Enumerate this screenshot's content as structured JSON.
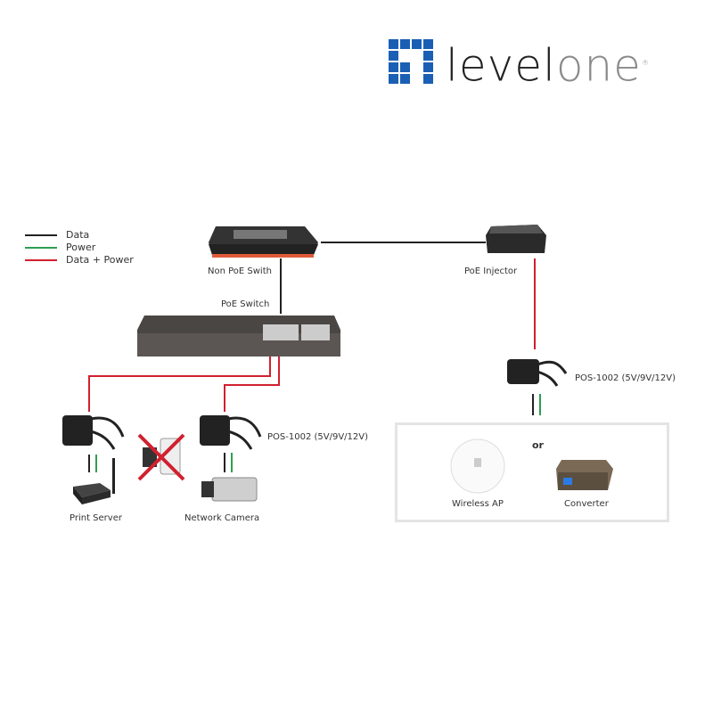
{
  "logo": {
    "text_dark": "level",
    "text_light": "one",
    "registered": "®",
    "brand_blue": "#1a5fb4"
  },
  "legend": [
    {
      "label": "Data",
      "color": "#222222"
    },
    {
      "label": "Power",
      "color": "#2e9e4f"
    },
    {
      "label": "Data + Power",
      "color": "#d1202f"
    }
  ],
  "devices": {
    "non_poe_switch": "Non PoE Swith",
    "poe_switch": "PoE Switch",
    "poe_injector": "PoE Injector",
    "pos_right": "POS-1002 (5V/9V/12V)",
    "pos_middle": "POS-1002 (5V/9V/12V)",
    "print_server": "Print Server",
    "network_camera": "Network Camera",
    "wireless_ap": "Wireless AP",
    "converter": "Converter",
    "or": "or"
  }
}
